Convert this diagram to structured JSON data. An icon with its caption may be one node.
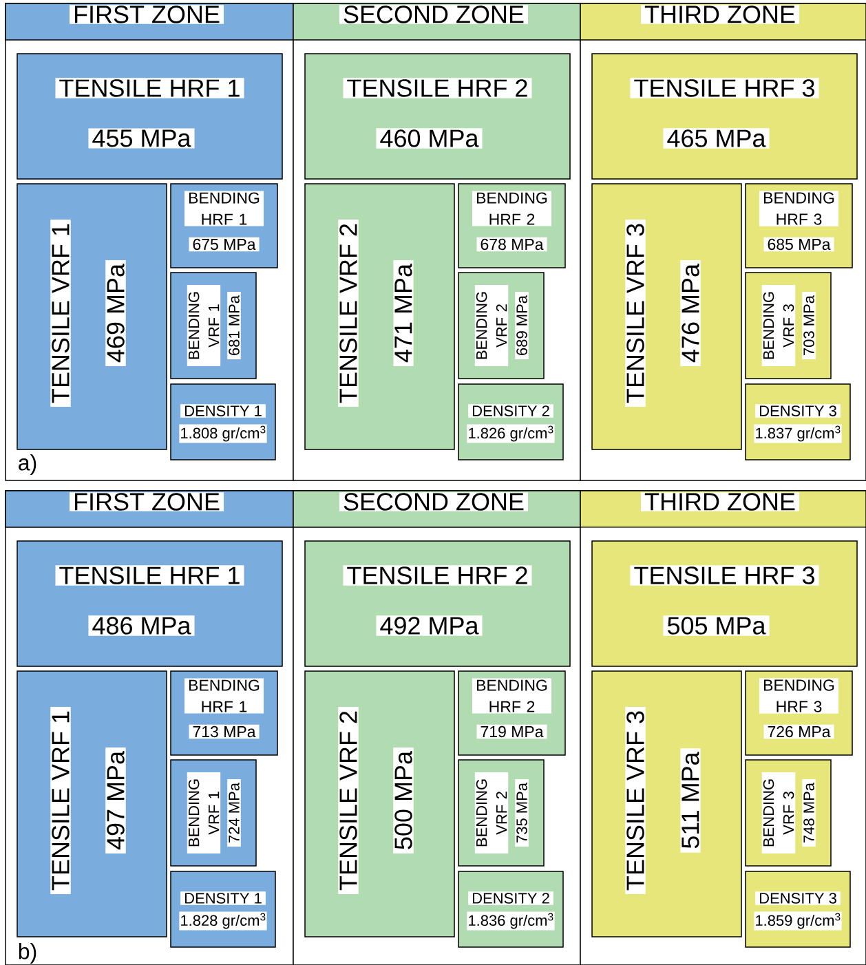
{
  "diagram": {
    "nodes": [
      {
        "text": [
          "FIRST ZONE"
        ]
      },
      {
        "text": [
          "TENSILE HRF 1",
          "455 MPa"
        ],
        "in": 0
      },
      {
        "text": [
          "TENSILE VRF 1",
          "469 MPa"
        ],
        "in": 0
      },
      {
        "text": [
          "BENDING HRF 1",
          "675 MPa"
        ],
        "in": 0
      },
      {
        "text": [
          "BENDING VRF 1",
          "681 MPa"
        ],
        "in": 0
      },
      {
        "text": [
          "DENSITY 1",
          "1.808 gr/cm$^{3}$"
        ],
        "in": 0
      },
      {
        "text": [
          "SECOND ZONE"
        ]
      },
      {
        "text": [
          "TENSILE HRF 2",
          "460 MPa"
        ],
        "in": 6
      },
      {
        "text": [
          "TENSILE VRF 2",
          "471 MPa"
        ],
        "in": 6
      },
      {
        "text": [
          "BENDING HRF 2",
          "678 MPa"
        ],
        "in": 6
      },
      {
        "text": [
          "BENDING VRF 2",
          "689 MPa"
        ],
        "in": 6
      },
      {
        "text": [
          "DENSITY 2",
          "1.826 gr/cm$^{3}$"
        ],
        "in": 6
      },
      {
        "text": [
          "THIRD ZONE"
        ]
      },
      {
        "text": [
          "TENSILE HRF 3",
          "465 MPa"
        ],
        "in": 12
      },
      {
        "text": [
          "TENSILE VRF 3",
          "476 MPa"
        ],
        "in": 12
      },
      {
        "text": [
          "BENDING HRF 3",
          "685 MPa"
        ],
        "in": 12
      },
      {
        "text": [
          "BENDING VRF 3",
          "703 MPa"
        ],
        "in": 12
      },
      {
        "text": [
          "DENSITY 3",
          "1.837 gr/cm$^{3}$"
        ],
        "in": 12
      },
      {
        "text": [
          "FIRST ZONE"
        ]
      },
      {
        "text": [
          "TENSILE HRF 1",
          "486 MPa"
        ],
        "in": 18
      },
      {
        "text": [
          "TENSILE VRF 1",
          "497 MPa"
        ],
        "in": 18
      },
      {
        "text": [
          "BENDING HRF 1",
          "713 MPa"
        ],
        "in": 18
      },
      {
        "text": [
          "BENDING VRF 1",
          "724 MPa"
        ],
        "in": 18
      },
      {
        "text": [
          "DENSITY 1",
          "1.828 gr/cm$^{3}$"
        ],
        "in": 18
      },
      {
        "text": [
          "SECOND ZONE"
        ]
      },
      {
        "text": [
          "TENSILE HRF 2",
          "492 MPa"
        ],
        "in": 24
      },
      {
        "text": [
          "TENSILE VRF 2",
          "500 MPa"
        ],
        "in": 24
      },
      {
        "text": [
          "BENDING HRF 2",
          "719 MPa"
        ],
        "in": 24
      },
      {
        "text": [
          "BENDING VRF 2",
          "735 MPa"
        ],
        "in": 24
      },
      {
        "text": [
          "DENSITY 2",
          "1.836 gr/cm$^{3}$"
        ],
        "in": 24
      },
      {
        "text": [
          "THIRD ZONE"
        ]
      },
      {
        "text": [
          "TENSILE HRF 3",
          "505 MPa"
        ],
        "in": 30
      },
      {
        "text": [
          "TENSILE VRF 3",
          "511 MPa"
        ],
        "in": 30
      },
      {
        "text": [
          "BENDING HRF 3",
          "726 MPa"
        ],
        "in": 30
      },
      {
        "text": [
          "BENDING VRF 3",
          "748 MPa"
        ],
        "in": 30
      },
      {
        "text": [
          "DENSITY 3",
          "1.859 gr/cm$^{3}$"
        ],
        "in": 30
      }
    ],
    "labels": [
      "a)",
      "b)"
    ]
  }
}
